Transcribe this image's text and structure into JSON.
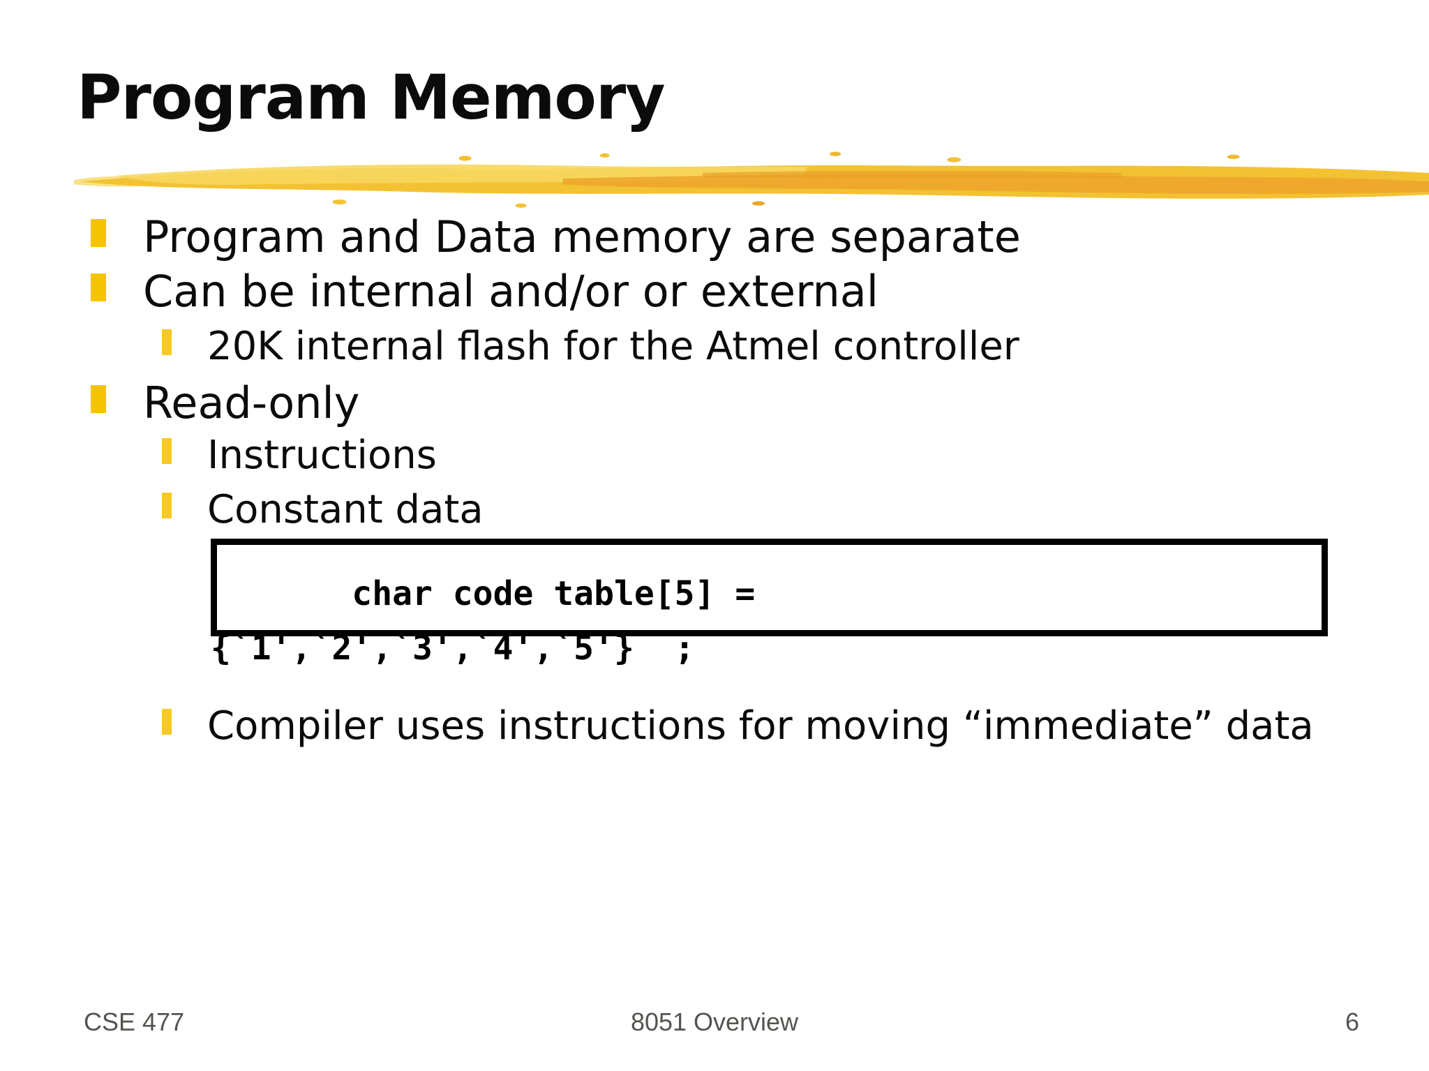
{
  "slide": {
    "title": "Program Memory",
    "bullets": [
      {
        "level": 1,
        "text": "Program and Data memory are separate"
      },
      {
        "level": 1,
        "text": "Can be internal and/or or external"
      },
      {
        "level": 2,
        "text": "20K internal flash for the Atmel controller"
      },
      {
        "level": 1,
        "text": "Read-only"
      },
      {
        "level": 2,
        "text": "Instructions"
      },
      {
        "level": 2,
        "text": "Constant data"
      },
      {
        "level": 2,
        "text": "Compiler uses instructions for moving “immediate” data"
      }
    ],
    "code_box": {
      "line1": "       char code table[5] =",
      "line2": "{`1',`2',`3',`4',`5'}  ;"
    },
    "footer": {
      "course": "CSE 477",
      "deck_title": "8051 Overview",
      "page_number": "6"
    }
  },
  "colors": {
    "bullet_gold_l1": "#F5C400",
    "bullet_gold_l2": "#F6CA1E",
    "brush_light": "#F7D75E",
    "brush_mid": "#F3C232",
    "brush_deep": "#ECA52B",
    "footer_gray": "#56534F",
    "code_border": "#000000"
  }
}
